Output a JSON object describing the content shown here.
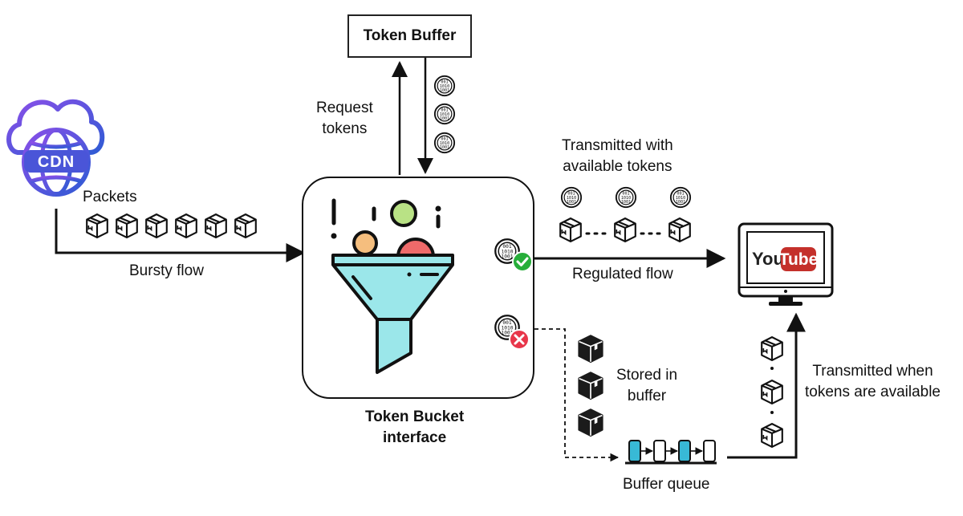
{
  "nodes": {
    "token_buffer": "Token Buffer",
    "token_bucket": "Token Bucket\ninterface",
    "cdn_logo": "CDN",
    "youtube_you": "You",
    "youtube_tube": "Tube"
  },
  "labels": {
    "packets": "Packets",
    "bursty_flow": "Bursty flow",
    "request_tokens": "Request\ntokens",
    "transmitted_available": "Transmitted with\navailable tokens",
    "regulated_flow": "Regulated flow",
    "stored_in_buffer": "Stored in\nbuffer",
    "buffer_queue": "Buffer queue",
    "transmitted_when": "Transmitted when\ntokens are available"
  },
  "icons": {
    "cdn": "cdn-globe-cloud-icon",
    "packet": "package-box-icon",
    "token": "binary-coin-token-icon",
    "funnel": "funnel-filter-icon",
    "check": "green-check-icon",
    "cross": "red-cross-icon",
    "queue": "buffer-queue-icon",
    "monitor": "monitor-icon"
  },
  "colors": {
    "check": "#27ae3a",
    "cross": "#e8364a",
    "funnel": "#9be7ea",
    "youtube_red": "#c4302b",
    "cdn_gradient_start": "#7b4ee6",
    "cdn_gradient_end": "#2f5bd4"
  }
}
